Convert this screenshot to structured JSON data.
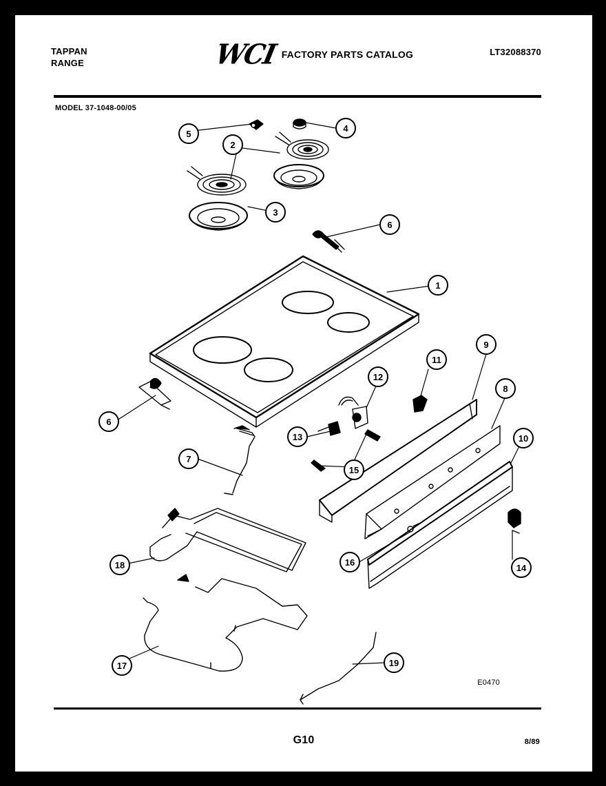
{
  "header": {
    "brand_line1": "TAPPAN",
    "brand_line2": "RANGE",
    "logo": "WCI",
    "catalog": "FACTORY PARTS CATALOG",
    "code": "LT32088370",
    "model": "MODEL 37-1048-00/05"
  },
  "diagram": {
    "callouts": [
      "1",
      "2",
      "3",
      "4",
      "5",
      "6",
      "6",
      "7",
      "8",
      "9",
      "10",
      "11",
      "12",
      "13",
      "14",
      "15",
      "16",
      "17",
      "18",
      "19"
    ],
    "figure_id": "E0470"
  },
  "footer": {
    "page": "G10",
    "date": "8/89"
  },
  "colors": {
    "ink": "#000000",
    "paper": "#ffffff",
    "frame": "#000000"
  }
}
